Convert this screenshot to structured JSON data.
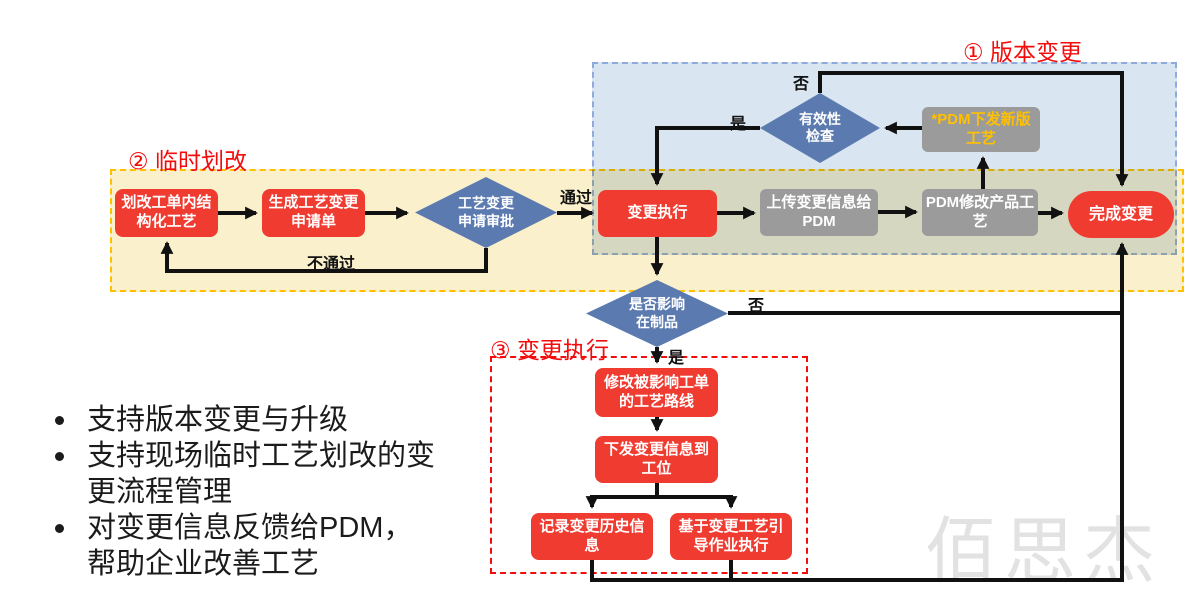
{
  "sections": {
    "version": "① 版本变更",
    "temporary": "② 临时划改",
    "execution": "③ 变更执行"
  },
  "nodes": {
    "modify_work_order": "划改工单内结\n构化工艺",
    "create_change_request": "生成工艺变更\n申请单",
    "change_request_approval": "工艺变更\n申请审批",
    "change_execute": "变更执行",
    "upload_change_info": "上传变更信息给\nPDM",
    "pdm_modify_process": "PDM修改产品工\n艺",
    "complete_change": "完成变更",
    "pdm_issue_new_version": "*PDM下发新版\n工艺",
    "validity_check": "有效性\n检查",
    "affect_wip": "是否影响\n在制品",
    "modify_affected_routes": "修改被影响工单\n的工艺路线",
    "send_change_to_station": "下发变更信息到\n工位",
    "record_change_history": "记录变更历史信\n息",
    "guide_operation": "基于变更工艺引\n导作业执行"
  },
  "edge_labels": {
    "pass": "通过",
    "reject": "不通过",
    "yes": "是",
    "no": "否"
  },
  "bullets": [
    "支持版本变更与升级",
    "支持现场临时工艺划改的变\n更流程管理",
    "对变更信息反馈给PDM，\n帮助企业改善工艺"
  ],
  "watermark": "佰思杰",
  "colors": {
    "node_red": "#EF3B30",
    "node_gray": "#9B9B9B",
    "diamond_blue": "#5B7AB0",
    "region_yellow": "#FBF0CC",
    "region_blue": "#D9E5F1",
    "gold_text": "#FFC000",
    "section_label_red": "#F20C0C",
    "line_black": "#111111",
    "watermark_gray": "#E2E2E2"
  }
}
